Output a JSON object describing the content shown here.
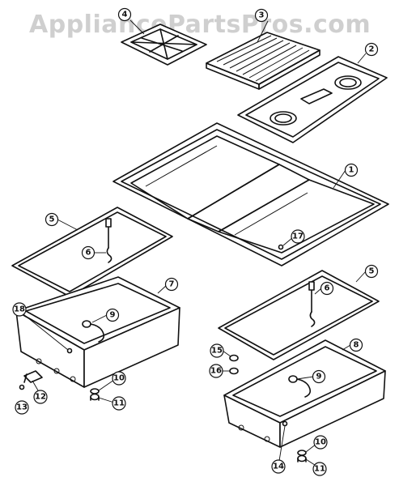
{
  "watermark": "AppliancePartsPros.com",
  "callouts": {
    "c1": "1",
    "c2": "2",
    "c3": "3",
    "c4": "4",
    "c5a": "5",
    "c5b": "5",
    "c6a": "6",
    "c6b": "6",
    "c7": "7",
    "c8": "8",
    "c9a": "9",
    "c9b": "9",
    "c10a": "10",
    "c10b": "10",
    "c11a": "11",
    "c11b": "11",
    "c12": "12",
    "c13": "13",
    "c14": "14",
    "c15": "15",
    "c16": "16",
    "c17": "17",
    "c18": "18"
  }
}
